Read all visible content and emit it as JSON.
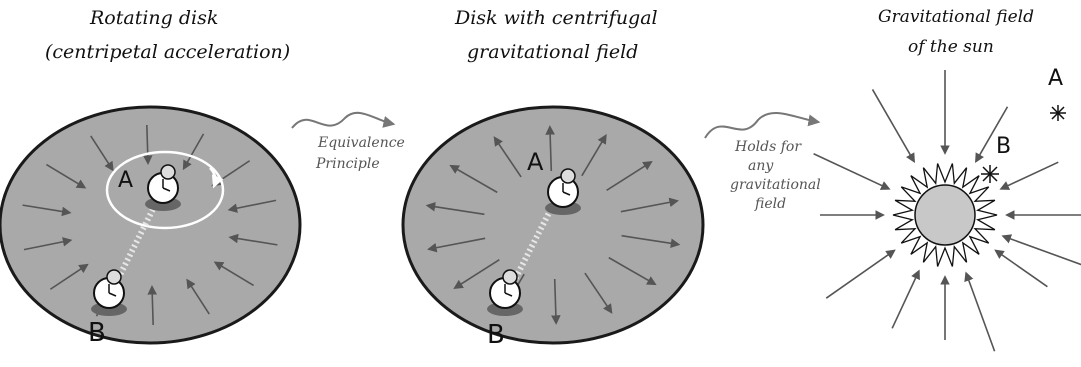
{
  "panel1": {
    "title_line1": "Rotating disk",
    "title_line2": "(centripetal acceleration)",
    "label_a": "A",
    "label_b": "B"
  },
  "transition1": {
    "line1": "Equivalence",
    "line2": "Principle"
  },
  "panel2": {
    "title_line1": "Disk with centrifugal",
    "title_line2": "gravitational field",
    "label_a": "A",
    "label_b": "B"
  },
  "transition2": {
    "line1": "Holds for",
    "line2": "any",
    "line3": "gravitational",
    "line4": "field"
  },
  "panel3": {
    "title_line1": "Gravitational field",
    "title_line2": "of the sun",
    "label_a": "A",
    "label_b": "B"
  },
  "colors": {
    "disk_fill": "#a9a9a9",
    "disk_rim": "#1a1a1a",
    "arrow": "#555555",
    "sun_fill": "#c8c8c8",
    "orbit": "#ffffff"
  }
}
